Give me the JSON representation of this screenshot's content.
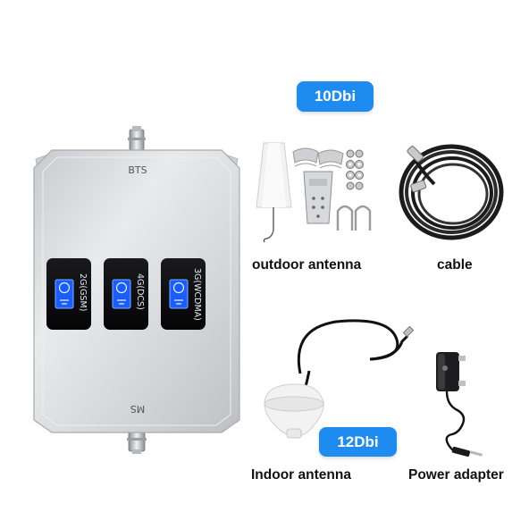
{
  "repeater": {
    "top_port_label": "BTS",
    "bottom_port_label": "MS",
    "screens": [
      {
        "label": "2G(GSM)"
      },
      {
        "label": "4G(DCS)"
      },
      {
        "label": "3G(WCDMA)"
      }
    ]
  },
  "badges": {
    "outdoor_gain": "10Dbi",
    "indoor_gain": "12Dbi"
  },
  "captions": {
    "outdoor_antenna": "outdoor antenna",
    "cable": "cable",
    "indoor_antenna": "Indoor antenna",
    "power_adapter": "Power adapter"
  },
  "colors": {
    "badge_blue": "#1e8bf0",
    "panel_silver": "#d9dadd",
    "screen_blue": "#1a5cff"
  }
}
